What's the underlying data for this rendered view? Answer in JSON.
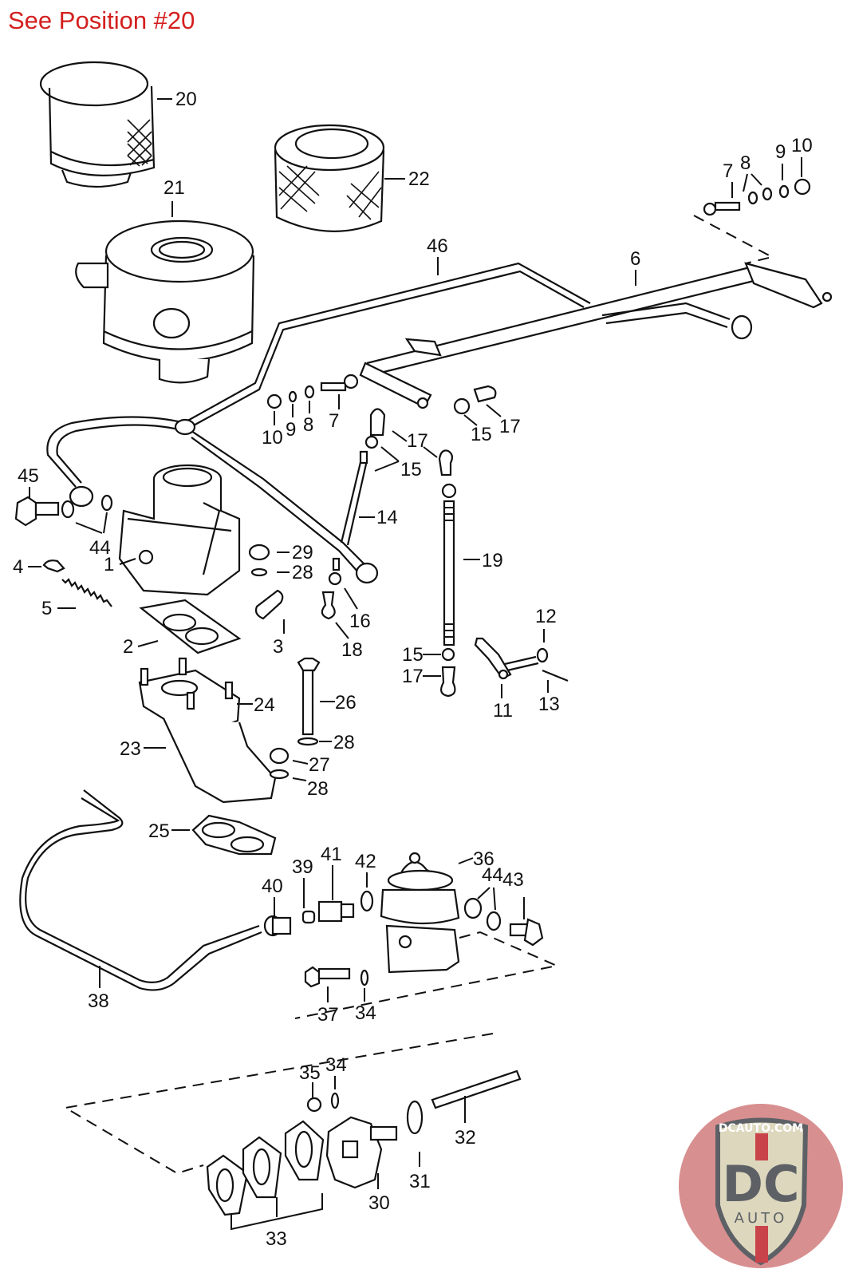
{
  "header": {
    "title": "See Position #20",
    "title_color": "#d41f1f"
  },
  "diagram": {
    "type": "exploded parts diagram",
    "callouts": {
      "c1": "1",
      "c2": "2",
      "c3": "3",
      "c4": "4",
      "c5": "5",
      "c6": "6",
      "c7a": "7",
      "c7b": "7",
      "c8a": "8",
      "c8b": "8",
      "c9a": "9",
      "c9b": "9",
      "c10a": "10",
      "c10b": "10",
      "c11": "11",
      "c12": "12",
      "c13": "13",
      "c14": "14",
      "c15a": "15",
      "c15b": "15",
      "c15c": "15",
      "c16": "16",
      "c17a": "17",
      "c17b": "17",
      "c17c": "17",
      "c18": "18",
      "c19": "19",
      "c20": "20",
      "c21": "21",
      "c22": "22",
      "c23": "23",
      "c24": "24",
      "c25": "25",
      "c26": "26",
      "c27": "27",
      "c28a": "28",
      "c28b": "28",
      "c28c": "28",
      "c29": "29",
      "c30": "30",
      "c31": "31",
      "c32": "32",
      "c33": "33",
      "c34a": "34",
      "c34b": "34",
      "c35": "35",
      "c36": "36",
      "c37": "37",
      "c38": "38",
      "c39": "39",
      "c40": "40",
      "c41": "41",
      "c42": "42",
      "c43": "43",
      "c44a": "44",
      "c44b": "44",
      "c45": "45",
      "c46": "46"
    }
  },
  "watermark": {
    "site": "DCAUTO.COM",
    "monogram": "DC",
    "sub": "AUTO",
    "colors": {
      "red": "#c9444a",
      "shield": "#ddd7bd",
      "gray": "#5d6166",
      "bg": "#d88f90"
    }
  }
}
